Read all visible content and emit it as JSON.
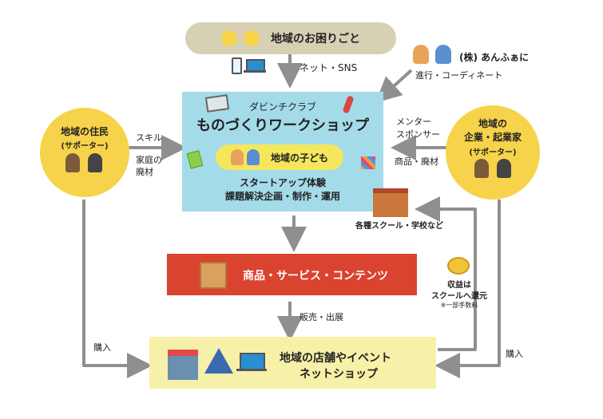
{
  "top_problem": {
    "label": "地域のお困りごと"
  },
  "net_sns": {
    "label": "ネット・SNS"
  },
  "company": {
    "name": "(株) あんふぁに",
    "role": "進行・コーディネート"
  },
  "workshop": {
    "sublabel": "ダビンチクラブ",
    "title": "ものづくりワークショップ",
    "children_label": "地域の子ども",
    "line1": "スタートアップ体験",
    "line2": "課題解決企画・制作・運用"
  },
  "left_circle": {
    "title": "地域の住民",
    "subtitle": "(サポーター)"
  },
  "right_circle": {
    "title1": "地域の",
    "title2": "企業・起業家",
    "subtitle": "(サポーター)"
  },
  "left_labels": {
    "skill": "スキル",
    "materials": "家庭の\n廃材"
  },
  "right_labels": {
    "mentor1": "メンター",
    "mentor2": "スポンサー",
    "goods": "商品・廃材"
  },
  "schools": {
    "label": "各種スクール・学校など"
  },
  "product_box": {
    "label": "商品・サービス・コンテンツ"
  },
  "revenue": {
    "line1": "収益は",
    "line2": "スクールへ還元",
    "note": "※一部手数料"
  },
  "sales": {
    "label": "販売・出展"
  },
  "purchase": {
    "left": "購入",
    "right": "購入"
  },
  "store_box": {
    "line1": "地域の店舗やイベント",
    "line2": "ネットショップ"
  },
  "colors": {
    "top_pill": "#d6d0b4",
    "workshop_bg": "#a4dbe9",
    "children_pill": "#f4e75c",
    "circle": "#f6d34a",
    "product_red": "#d9432f",
    "store_yellow": "#f7f0a8",
    "arrow": "#8f8f8f"
  }
}
